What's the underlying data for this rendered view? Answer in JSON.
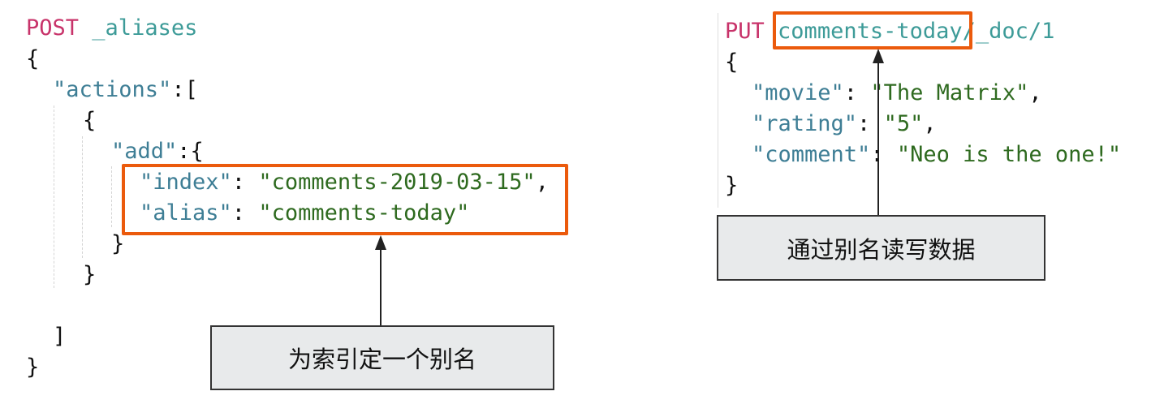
{
  "left_snippet": {
    "method": "POST",
    "endpoint": "_aliases",
    "lines": {
      "open_brace": "{",
      "actions_key": "\"actions\"",
      "actions_sep": ":[",
      "obj_open": "{",
      "add_key": "\"add\"",
      "add_sep": ":{",
      "index_key": "\"index\"",
      "index_value": "\"comments-2019-03-15\"",
      "alias_key": "\"alias\"",
      "alias_value": "\"comments-today\"",
      "add_close": "}",
      "obj_close": "}",
      "array_close": "]",
      "close_brace": "}"
    },
    "callout": "为索引定一个别名"
  },
  "right_snippet": {
    "method": "PUT",
    "alias_path": "comments-today",
    "path_rest": "/_doc/1",
    "open_brace": "{",
    "fields": [
      {
        "key": "\"movie\"",
        "value": "\"The Matrix\"",
        "trail": ","
      },
      {
        "key": "\"rating\"",
        "value": "\"5\"",
        "trail": ","
      },
      {
        "key": "\"comment\"",
        "value": "\"Neo is the one!\"",
        "trail": ""
      }
    ],
    "close_brace": "}",
    "callout": "通过别名读写数据"
  },
  "colors": {
    "highlight_border": "#eb5a0c",
    "method": "#c8336a",
    "endpoint": "#3d9b98",
    "key": "#3e7e95",
    "string": "#2e6a1f",
    "callout_bg": "#e8eaeb"
  }
}
